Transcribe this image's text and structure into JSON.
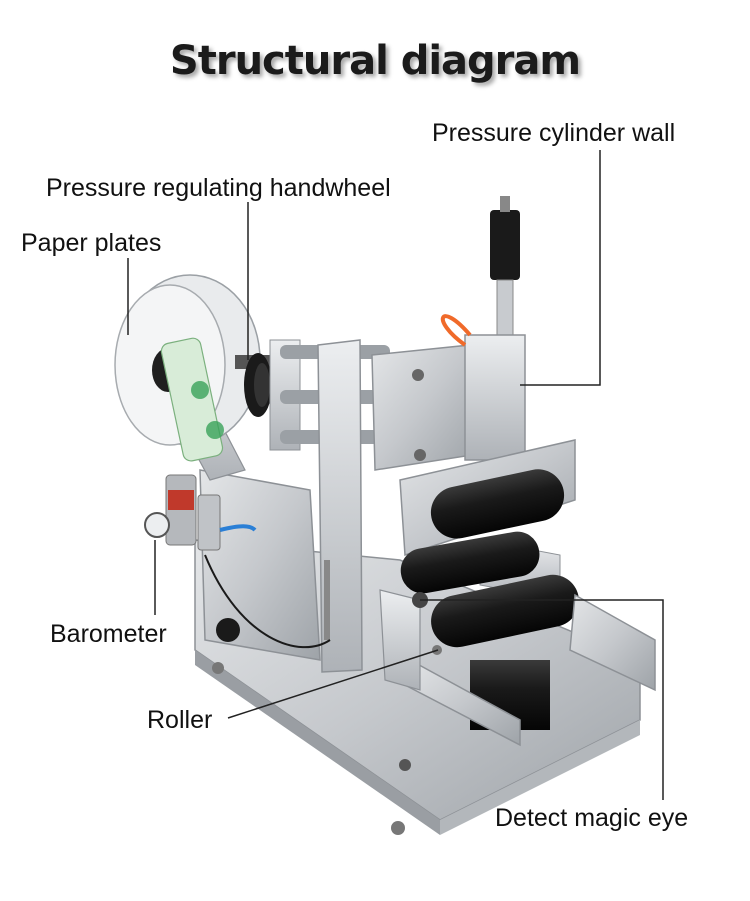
{
  "title": "Structural diagram",
  "labels": {
    "pressure_cylinder_wall": "Pressure cylinder wall",
    "pressure_regulating_handwheel": "Pressure regulating handwheel",
    "paper_plates": "Paper plates",
    "barometer": "Barometer",
    "roller": "Roller",
    "detect_magic_eye": "Detect magic eye"
  },
  "colors": {
    "leader_line": "#222222",
    "metal": "#c9ccd0",
    "metal_dark": "#8f949a",
    "roller": "#1c1c1c",
    "tube_orange": "#f06a2a",
    "tube_blue": "#2a7fd6",
    "label_green": "#3aa35a"
  }
}
